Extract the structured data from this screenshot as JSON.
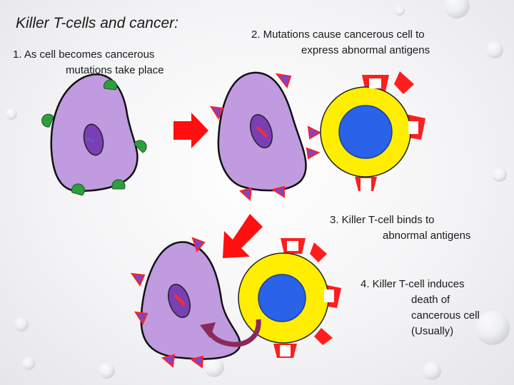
{
  "title": "Killer T-cells and cancer:",
  "steps": {
    "step1": {
      "line1": "1. As cell becomes cancerous",
      "line2": "mutations take place"
    },
    "step2": {
      "line1": "2. Mutations cause cancerous cell to",
      "line2": "express abnormal antigens"
    },
    "step3": {
      "line1": "3. Killer T-cell binds to",
      "line2": "abnormal antigens"
    },
    "step4": {
      "line1": "4. Killer T-cell induces",
      "line2": "death of",
      "line3": "cancerous cell",
      "line4": "(Usually)"
    }
  },
  "colors": {
    "cell_body": "#c09be0",
    "nucleus": "#7b3fb5",
    "normal_antigen": "#2e9e3e",
    "abnormal_antigen": "#7d45c9",
    "abnormal_antigen_base": "#ff2020",
    "t_cell_outer": "#ffee00",
    "t_cell_nucleus": "#2a62e8",
    "t_cell_receptor": "#ff1e1e",
    "arrow": "#ff0f0f",
    "death_arrow": "#8a2a5a"
  }
}
